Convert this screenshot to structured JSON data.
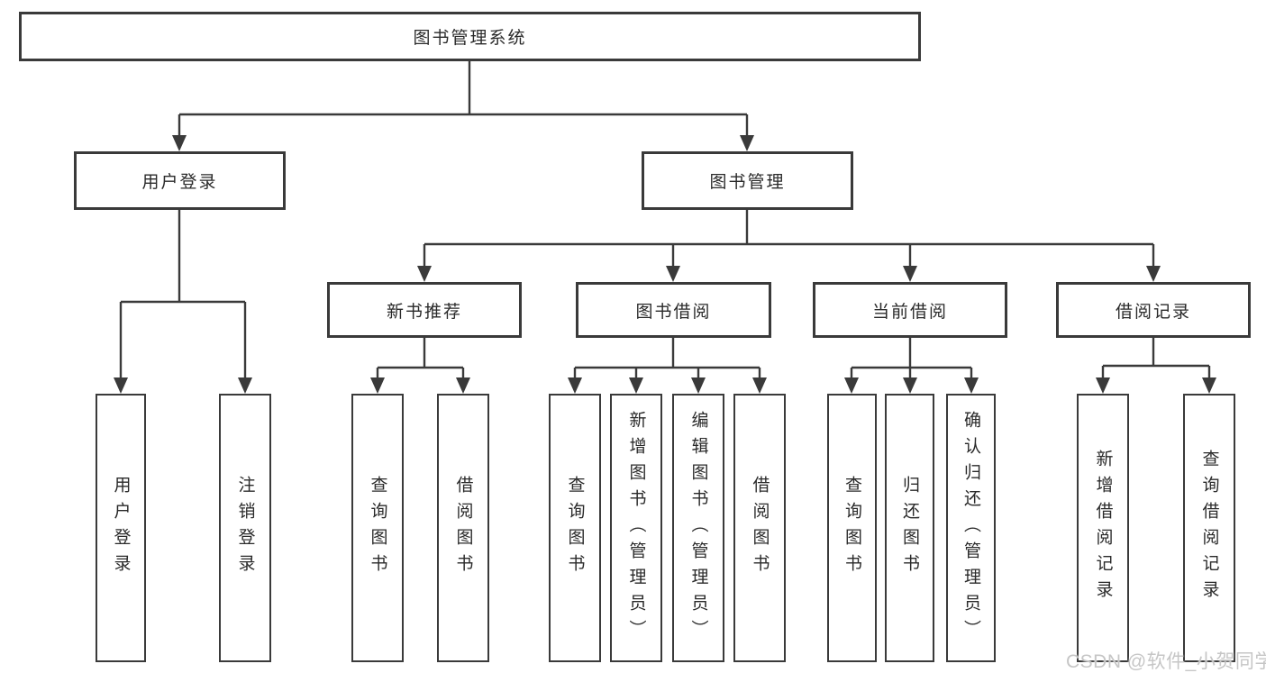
{
  "title": {
    "label": "图书管理系统"
  },
  "branches": {
    "user": {
      "label": "用户登录",
      "leaves": [
        {
          "label": "用户登录"
        },
        {
          "label": "注销登录"
        }
      ]
    },
    "books": {
      "label": "图书管理",
      "groups": [
        {
          "label": "新书推荐",
          "leaves": [
            {
              "label": "查询图书"
            },
            {
              "label": "借阅图书"
            }
          ]
        },
        {
          "label": "图书借阅",
          "leaves": [
            {
              "label": "查询图书"
            },
            {
              "label": "新增图书（管理员）"
            },
            {
              "label": "编辑图书（管理员）"
            },
            {
              "label": "借阅图书"
            }
          ]
        },
        {
          "label": "当前借阅",
          "leaves": [
            {
              "label": "查询图书"
            },
            {
              "label": "归还图书"
            },
            {
              "label": "确认归还（管理员）"
            }
          ]
        },
        {
          "label": "借阅记录",
          "leaves": [
            {
              "label": "新增借阅记录"
            },
            {
              "label": "查询借阅记录"
            }
          ]
        }
      ]
    }
  },
  "watermark": {
    "text": "CSDN @软件_小贺同学"
  },
  "colors": {
    "line": "#3a3a3a",
    "text": "#2a2a2a",
    "box_background": "#ffffff",
    "page_background": "#ffffff",
    "watermark_color": "#c6c6c6"
  }
}
